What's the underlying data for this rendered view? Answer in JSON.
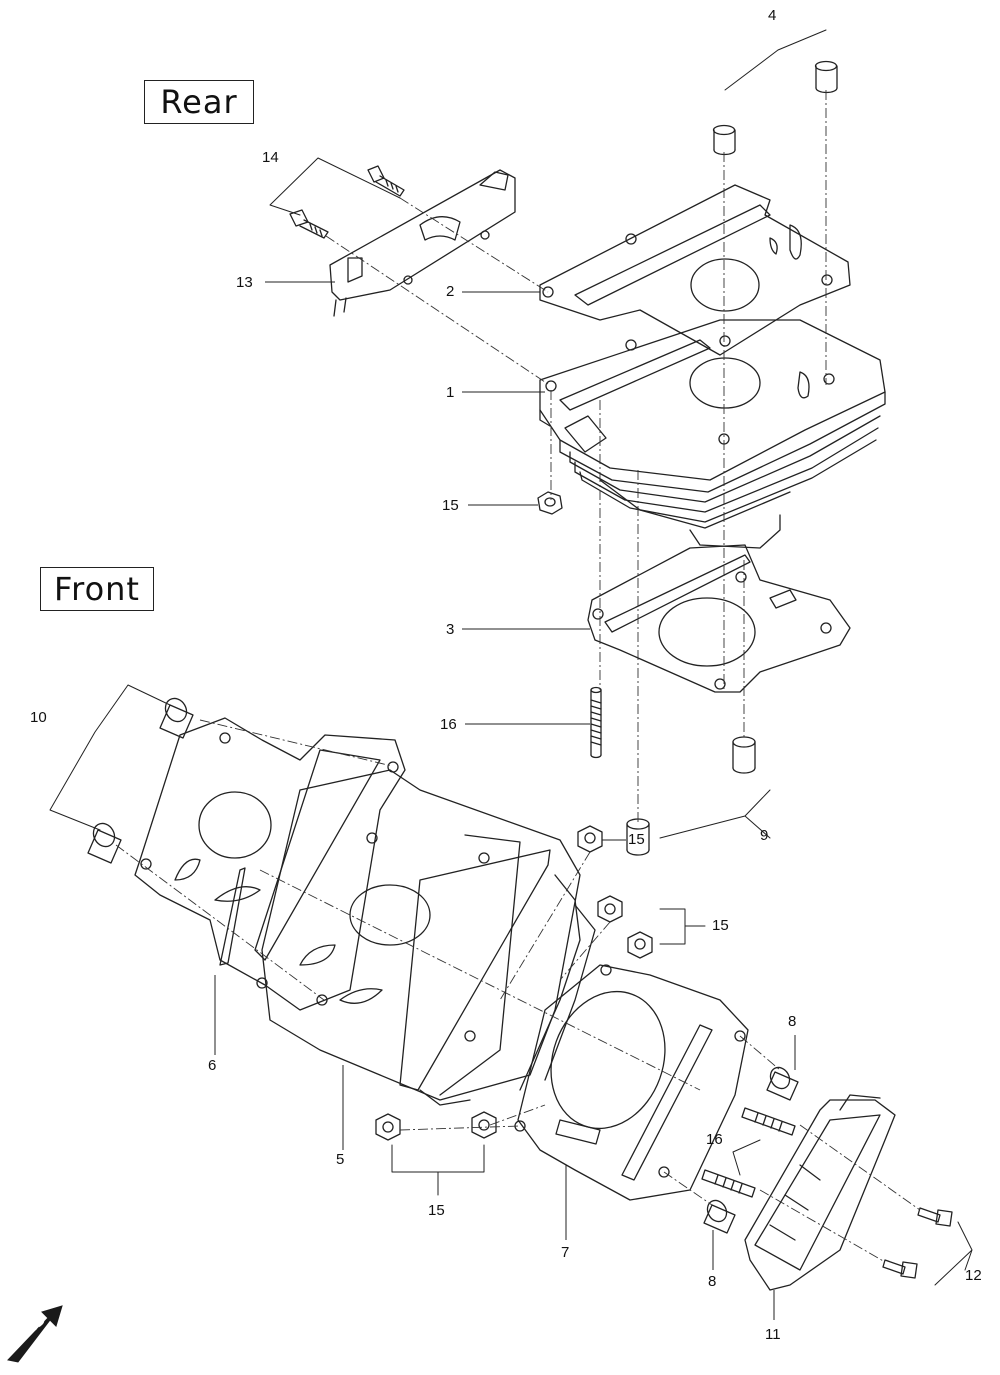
{
  "view_labels": {
    "rear": "Rear",
    "front": "Front"
  },
  "fwd_label": "FWD",
  "callouts": {
    "c1": "1",
    "c2": "2",
    "c3": "3",
    "c4": "4",
    "c5": "5",
    "c6": "6",
    "c7": "7",
    "c8a": "8",
    "c8b": "8",
    "c9": "9",
    "c10": "10",
    "c11": "11",
    "c12": "12",
    "c13": "13",
    "c14": "14",
    "c15a": "15",
    "c15b": "15",
    "c15c": "15",
    "c15d": "15",
    "c16a": "16",
    "c16b": "16"
  },
  "colors": {
    "line": "#222222",
    "background": "#ffffff",
    "arrow": "#1a1a1a"
  },
  "icons": [
    "fwd-arrow-icon"
  ]
}
